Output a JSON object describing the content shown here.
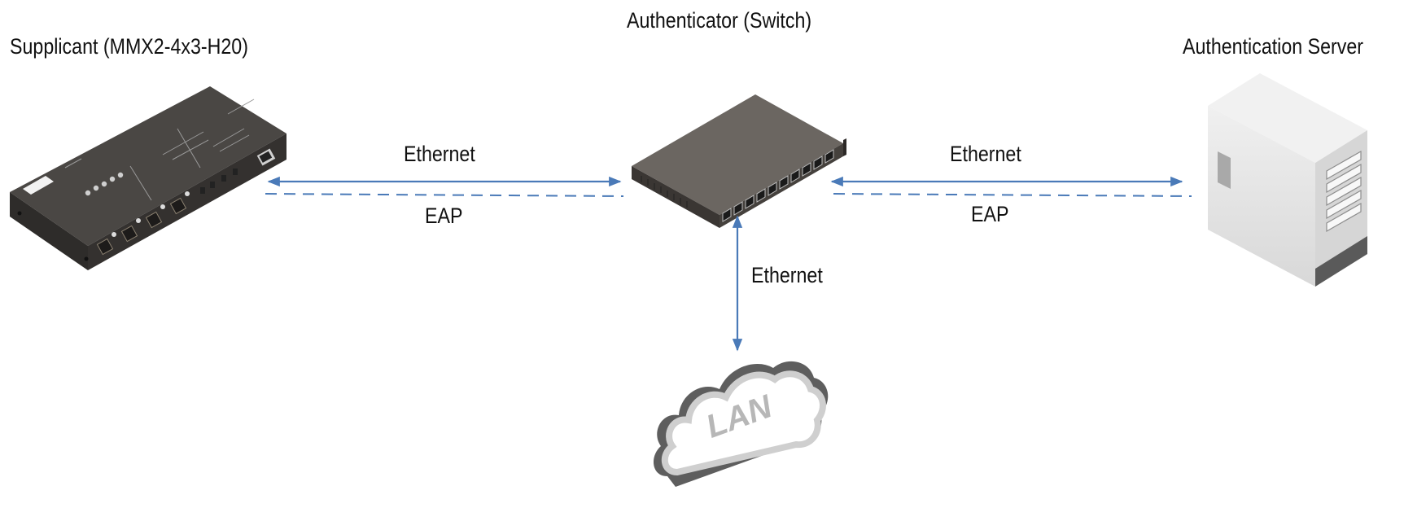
{
  "nodes": {
    "supplicant": {
      "title": "Supplicant (MMX2-4x3-H20)"
    },
    "authenticator": {
      "title": "Authenticator (Switch)"
    },
    "server": {
      "title": "Authentication Server"
    },
    "lan": {
      "text": "LAN"
    }
  },
  "links": {
    "left_ethernet": "Ethernet",
    "left_eap": "EAP",
    "right_ethernet": "Ethernet",
    "right_eap": "EAP",
    "down_ethernet": "Ethernet"
  },
  "colors": {
    "link": "#4a7ab8",
    "device_dark": "#3d3a37",
    "server_light": "#e6e6e6",
    "cloud_gray": "#8a8a8a"
  }
}
